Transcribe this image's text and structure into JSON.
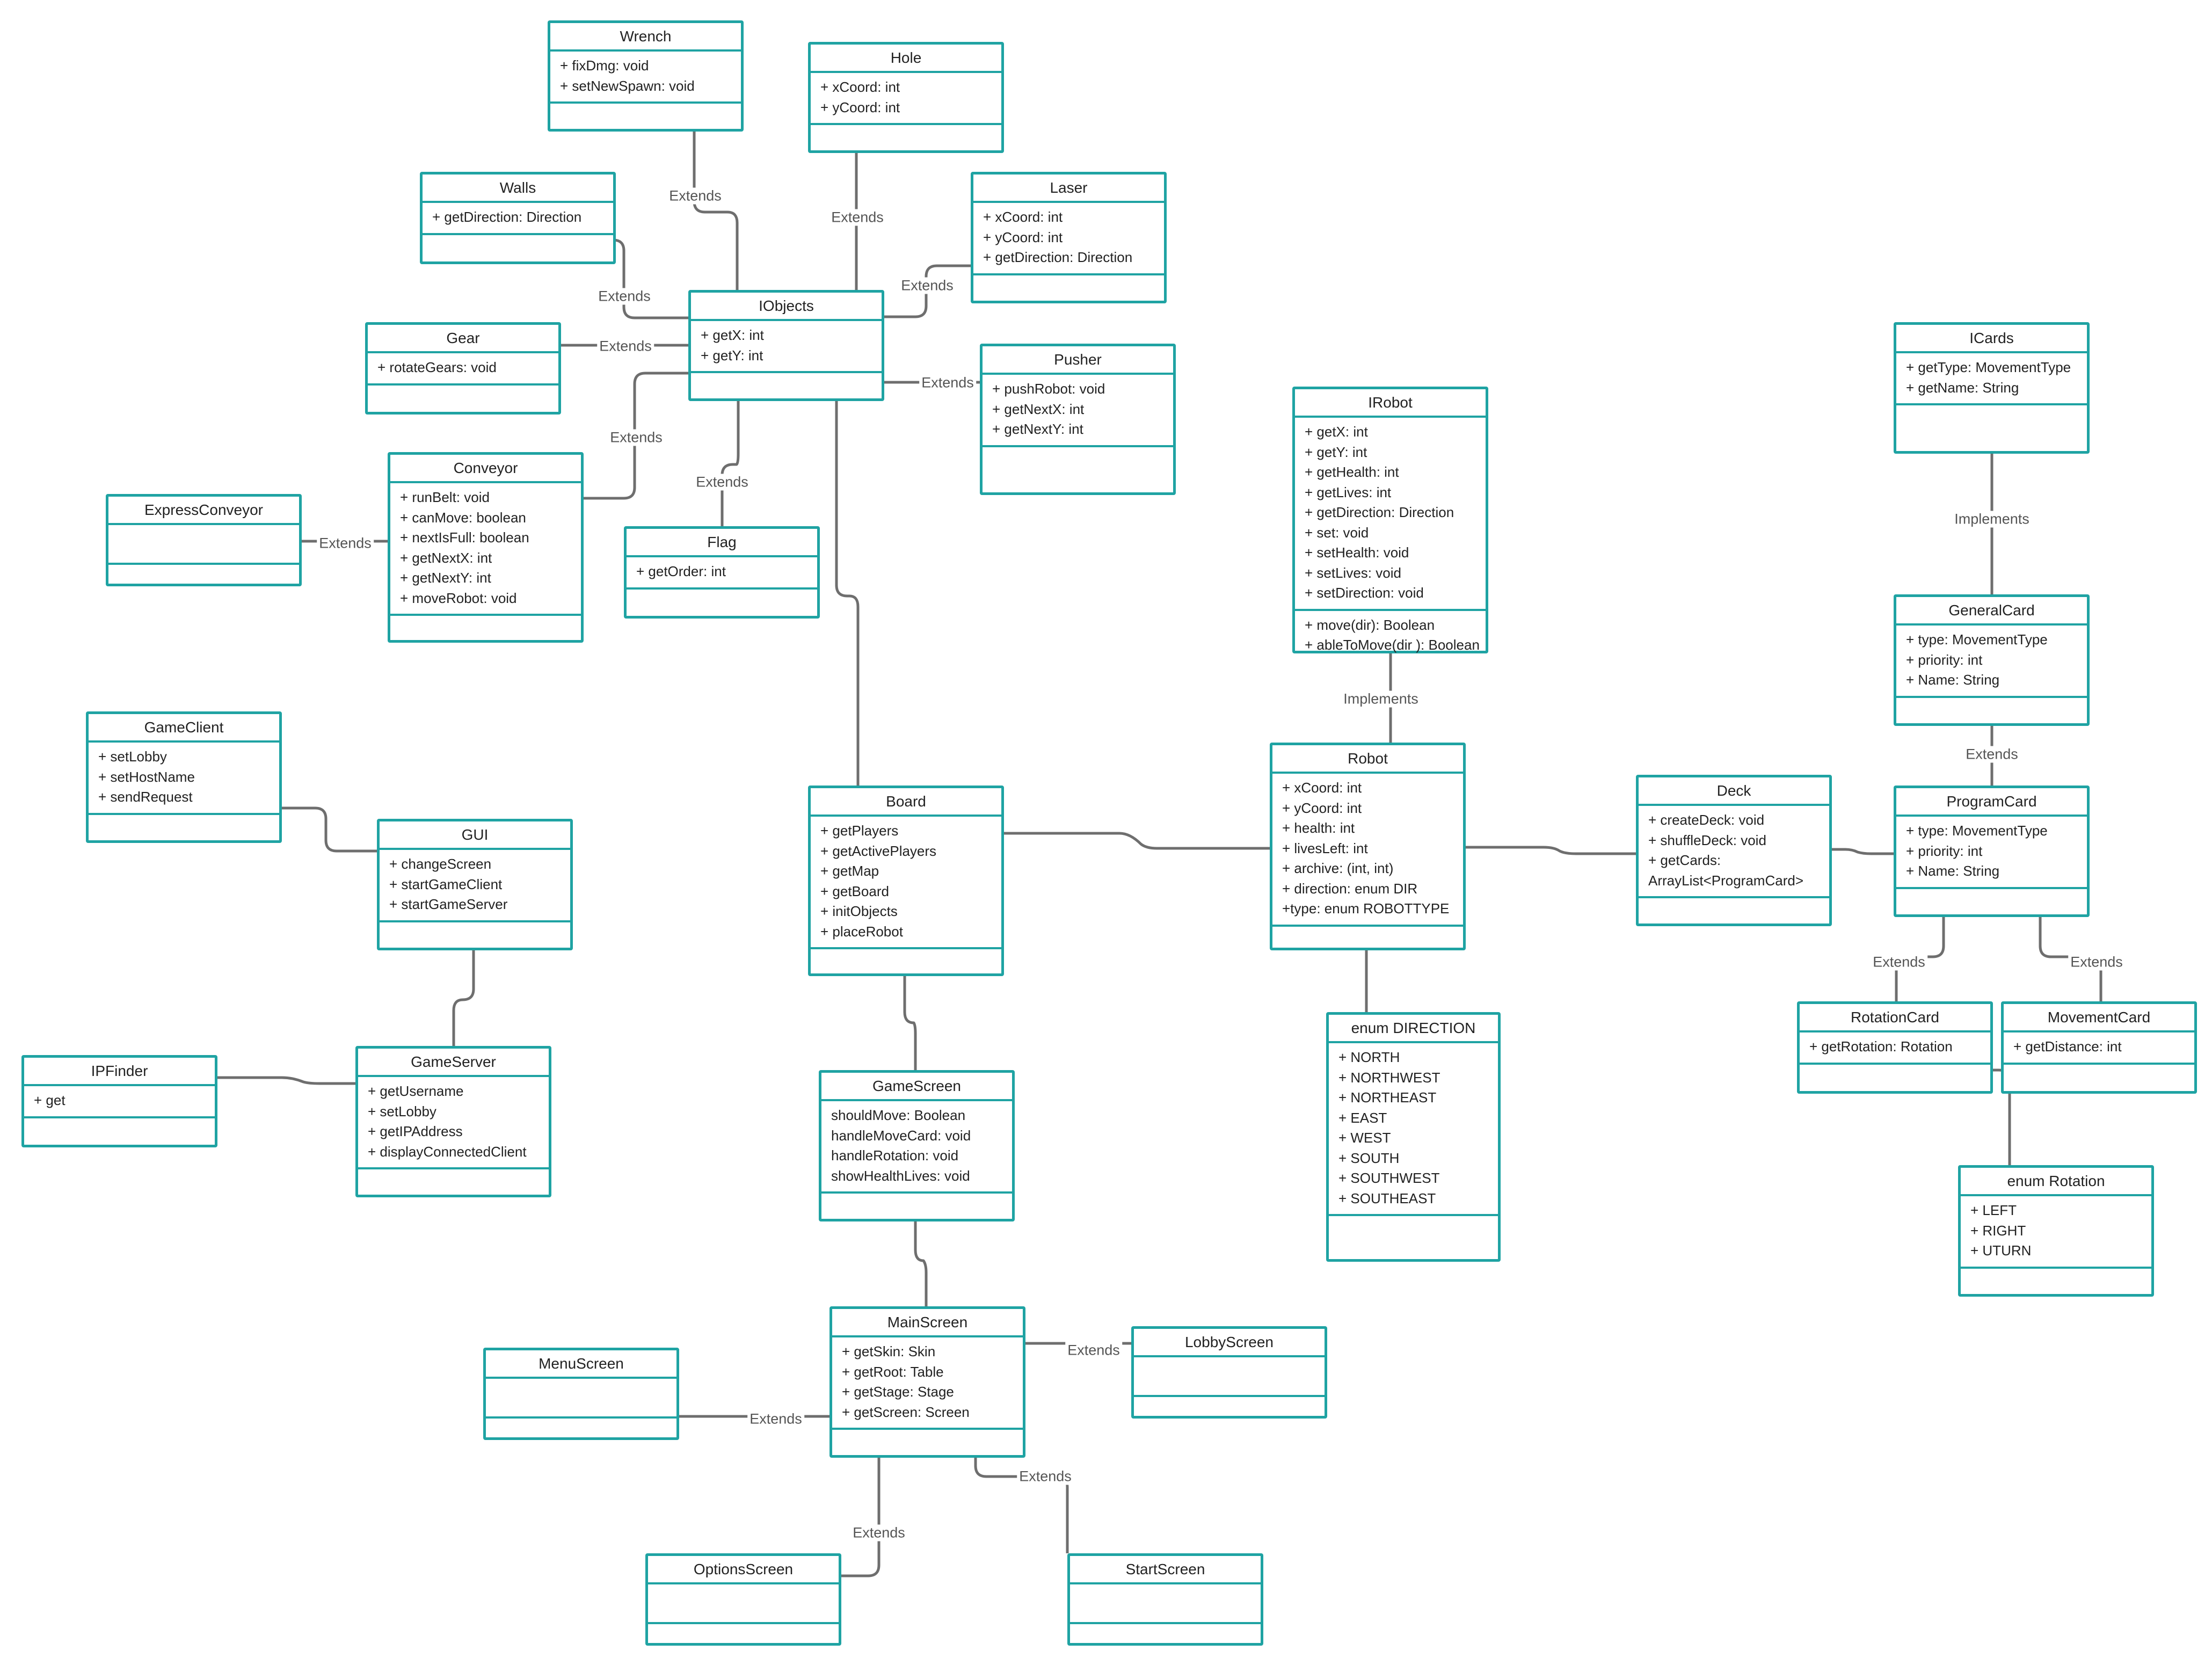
{
  "relation_labels": {
    "extends": "Extends",
    "implements": "Implements"
  },
  "classes": {
    "wrench": {
      "name": "Wrench",
      "members": [
        "+ fixDmg: void",
        "+ setNewSpawn: void"
      ]
    },
    "hole": {
      "name": "Hole",
      "members": [
        "+ xCoord: int",
        "+ yCoord: int"
      ]
    },
    "walls": {
      "name": "Walls",
      "members": [
        "+ getDirection: Direction"
      ]
    },
    "laser": {
      "name": "Laser",
      "members": [
        "+ xCoord: int",
        "+ yCoord: int",
        "+ getDirection: Direction"
      ]
    },
    "iobjects": {
      "name": "IObjects",
      "members": [
        "+ getX: int",
        "+ getY: int"
      ]
    },
    "gear": {
      "name": "Gear",
      "members": [
        "+ rotateGears: void"
      ]
    },
    "pusher": {
      "name": "Pusher",
      "members": [
        "+ pushRobot: void",
        "+ getNextX: int",
        "+ getNextY: int"
      ]
    },
    "conveyor": {
      "name": "Conveyor",
      "members": [
        "+ runBelt: void",
        "+ canMove: boolean",
        "+ nextIsFull: boolean",
        "+ getNextX: int",
        "+ getNextY: int",
        "+ moveRobot: void"
      ]
    },
    "express_conveyor": {
      "name": "ExpressConveyor",
      "members": []
    },
    "flag": {
      "name": "Flag",
      "members": [
        "+ getOrder: int"
      ]
    },
    "irobot": {
      "name": "IRobot",
      "members": [
        "+ getX: int",
        "+ getY: int",
        "+ getHealth: int",
        "+ getLives: int",
        "+ getDirection: Direction",
        "+ set: void",
        "+ setHealth: void",
        "+ setLives: void",
        "+ setDirection: void"
      ],
      "methods": [
        "+  move(dir): Boolean",
        "+ ableToMove(dir   ): Boolean"
      ]
    },
    "icards": {
      "name": "ICards",
      "members": [
        "+ getType:  MovementType",
        "+ getName: String"
      ]
    },
    "general_card": {
      "name": "GeneralCard",
      "members": [
        "+ type: MovementType",
        "+ priority: int",
        "+ Name: String"
      ]
    },
    "game_client": {
      "name": "GameClient",
      "members": [
        "+ setLobby",
        "+ setHostName",
        "+ sendRequest"
      ]
    },
    "gui": {
      "name": "GUI",
      "members": [
        "+ changeScreen",
        "+ startGameClient",
        "+ startGameServer"
      ]
    },
    "board": {
      "name": "Board",
      "members": [
        "+ getPlayers",
        "+ getActivePlayers",
        "+ getMap",
        "+ getBoard",
        "+ initObjects",
        "+ placeRobot"
      ]
    },
    "robot": {
      "name": "Robot",
      "members": [
        "+ xCoord: int",
        "+ yCoord: int",
        "+ health: int",
        "+ livesLeft: int",
        "+ archive: (int, int)",
        "+ direction: enum DIR",
        "+type: enum ROBOTTYPE"
      ]
    },
    "deck": {
      "name": "Deck",
      "members": [
        "+ createDeck: void",
        "+ shuffleDeck: void",
        "+ getCards:",
        "ArrayList<ProgramCard>"
      ]
    },
    "program_card": {
      "name": "ProgramCard",
      "members": [
        "+ type: MovementType",
        "+ priority: int",
        "+ Name: String"
      ]
    },
    "ipfinder": {
      "name": "IPFinder",
      "members": [
        "+ get"
      ]
    },
    "game_server": {
      "name": "GameServer",
      "members": [
        "+ getUsername",
        "+ setLobby",
        "+ getIPAddress",
        "+ displayConnectedClient"
      ]
    },
    "game_screen": {
      "name": "GameScreen",
      "members": [
        "shouldMove: Boolean",
        "handleMoveCard: void",
        "handleRotation: void",
        "showHealthLives: void"
      ]
    },
    "enum_direction": {
      "name": "enum DIRECTION",
      "members": [
        "+  NORTH",
        "+  NORTHWEST",
        "+  NORTHEAST",
        "+  EAST",
        "+  WEST",
        "+  SOUTH",
        "+  SOUTHWEST",
        "+  SOUTHEAST"
      ]
    },
    "rotation_card": {
      "name": "RotationCard",
      "members": [
        "+ getRotation: Rotation"
      ]
    },
    "movement_card": {
      "name": "MovementCard",
      "members": [
        "+ getDistance: int"
      ]
    },
    "enum_rotation": {
      "name": "enum Rotation",
      "members": [
        "+ LEFT",
        "+ RIGHT",
        "+ UTURN"
      ]
    },
    "main_screen": {
      "name": "MainScreen",
      "members": [
        "+ getSkin: Skin",
        "+ getRoot: Table",
        "+ getStage: Stage",
        "+ getScreen: Screen"
      ]
    },
    "lobby_screen": {
      "name": "LobbyScreen",
      "members": []
    },
    "menu_screen": {
      "name": "MenuScreen",
      "members": []
    },
    "options_screen": {
      "name": "OptionsScreen",
      "members": []
    },
    "start_screen": {
      "name": "StartScreen",
      "members": []
    }
  }
}
